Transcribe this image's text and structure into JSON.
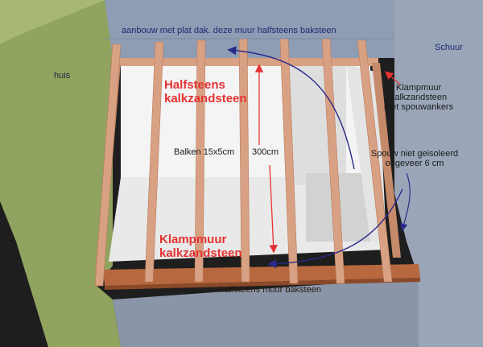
{
  "labels": {
    "top_wall": "aanbouw met plat dak. deze muur halfsteens baksteen",
    "shed": "Schuur",
    "house": "huis",
    "halfsteens_line1": "Halfsteens",
    "halfsteens_line2": "kalkzandsteen",
    "klampmuur_side_line1": "Klampmuur",
    "klampmuur_side_line2": "kalkzandsteen",
    "klampmuur_side_line3": "met spouwankers",
    "beams": "Balken 15x5cm",
    "height": "300cm",
    "cavity_line1": "Spouw niet geisoleerd",
    "cavity_line2": "ongeveer 6 cm",
    "klampmuur_front_line1": "Klampmuur",
    "klampmuur_front_line2": "kalkzandsteen",
    "bottom_wall": "halfsteens muur baksteen"
  },
  "colors": {
    "house_wall": "#90a35f",
    "shed_wall": "#9aa6b8",
    "top_wall": "#8f9db4",
    "interior_wall": "#f4f4f4",
    "floor": "#ececec",
    "beam": "#d9a183",
    "brick_front": "#b8683e",
    "annotation_red": "#e53232",
    "annotation_blue": "#2a2a8a"
  }
}
